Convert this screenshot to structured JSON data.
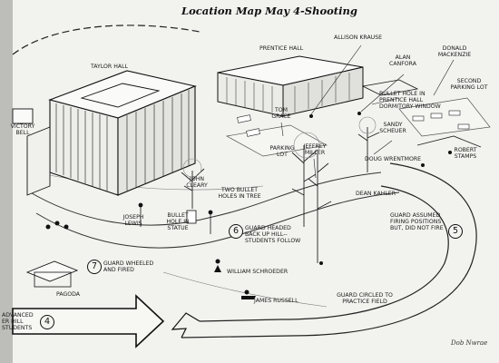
{
  "title": "Location Map May 4-Shooting",
  "signature": "Dob Nwrae",
  "buildings": {
    "taylor_hall": "TAYLOR HALL",
    "prentice_hall": "PRENTICE HALL",
    "victory_bell": "VICTORY BELL",
    "pagoda": "PAGODA",
    "parking_lot": "PARKING LOT",
    "second_parking_lot": "SECOND PARKING LOT"
  },
  "people": {
    "allison_krause": "ALLISON KRAUSE",
    "alan_canfora": "ALAN CANFORA",
    "donald_mackenzie": "DONALD MacKENZIE",
    "tom_grace": "TOM GRACE",
    "jeffrey_miller": "JEFFREY MILLER",
    "sandy_scheuer": "SANDY SCHEUER",
    "doug_wrentmore": "DOUG WRENTMORE",
    "robert_stamps": "ROBERT STAMPS",
    "dean_kahler": "DEAN KAHLER",
    "john_cleary": "JOHN CLEARY",
    "joseph_lewis": "JOSEPH LEWIS",
    "william_schroeder": "WILLIAM SCHROEDER",
    "james_russell": "JAMES RUSSELL"
  },
  "notes": {
    "bullet_hole_dorm": "BULLET HOLE IN PRENTICE HALL DORMITORY WINDOW",
    "two_bullet_holes": "TWO BULLET HOLES IN TREE",
    "bullet_hole_statue": "BULLET HOLE IN STATUE"
  },
  "steps": [
    {
      "n": "4",
      "text": "ADVANCED ER HILL STUDENTS"
    },
    {
      "n": "5",
      "text": "GUARD ASSUMED FIRING POSITIONS BUT, DID NOT FIRE"
    },
    {
      "n": "6",
      "text": "GUARD HEADED BACK UP HILL-- STUDENTS FOLLOW"
    },
    {
      "n": "7",
      "text": "GUARD WHEELED AND FIRED"
    }
  ],
  "practice_field_note": "GUARD CIRCLED TO PRACTICE FIELD"
}
